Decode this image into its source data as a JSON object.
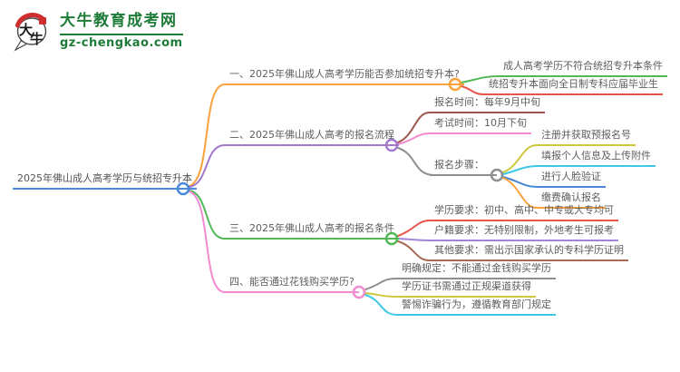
{
  "logo": {
    "icon": "daniu-speech-bubble-logo",
    "icon_char_a": "大",
    "icon_char_b": "牛",
    "title": "大牛教育成考网",
    "domain": "gz-chengkao.com",
    "brand_color": "#1e7c39",
    "seal_color": "#cf2e2e"
  },
  "colors": {
    "root_blue": "#4a89dc",
    "orange": "#f9a13a",
    "green": "#52b858",
    "red": "#e8534a",
    "purple": "#a379ce",
    "maroon": "#9c564a",
    "pink": "#f38bd2",
    "gray": "#8f8f8f",
    "olive_yellow": "#cec83f",
    "cyan": "#3ec8e6",
    "child_blue": "#4a87d5",
    "light_purple": "#9f86d9",
    "brown": "#a46a52",
    "text": "#5d5d5d",
    "background": "#ffffff"
  },
  "mindmap": {
    "root": {
      "label": "2025年佛山成人高考学历与统招专升本",
      "color": "#4a89dc"
    },
    "branches": [
      {
        "label": "一、2025年佛山成人高考学历能否参加统招专升本?",
        "color": "#f9a13a",
        "children": [
          {
            "label": "成人高考学历不符合统招专升本条件",
            "color": "#52b858"
          },
          {
            "label": "统招专升本面向全日制专科应届毕业生",
            "color": "#e8534a"
          }
        ]
      },
      {
        "label": "二、2025年佛山成人高考的报名流程",
        "color": "#a379ce",
        "children": [
          {
            "label": "报名时间：每年9月中旬",
            "color": "#9c564a"
          },
          {
            "label": "考试时间：10月下旬",
            "color": "#f38bd2"
          },
          {
            "label": "报名步骤：",
            "color": "#8f8f8f",
            "children": [
              {
                "label": "注册并获取预报名号",
                "color": "#cec83f"
              },
              {
                "label": "填报个人信息及上传附件",
                "color": "#3ec8e6"
              },
              {
                "label": "进行人脸验证",
                "color": "#4a87d5"
              },
              {
                "label": "缴费确认报名",
                "color": "#f9a13a"
              }
            ]
          }
        ]
      },
      {
        "label": "三、2025年佛山成人高考的报名条件",
        "color": "#52b858",
        "children": [
          {
            "label": "学历要求：初中、高中、中专或大专均可",
            "color": "#e8534a"
          },
          {
            "label": "户籍要求：无特别限制，外地考生可报考",
            "color": "#9f86d9"
          },
          {
            "label": "其他要求：需出示国家承认的专科学历证明",
            "color": "#a46a52"
          }
        ]
      },
      {
        "label": "四、能否通过花钱购买学历?",
        "color": "#f38bd2",
        "children": [
          {
            "label": "明确规定：不能通过金钱购买学历",
            "color": "#8f8f8f"
          },
          {
            "label": "学历证书需通过正规渠道获得",
            "color": "#cec83f"
          },
          {
            "label": "警惕诈骗行为，遵循教育部门规定",
            "color": "#3ec8e6"
          }
        ]
      }
    ]
  }
}
